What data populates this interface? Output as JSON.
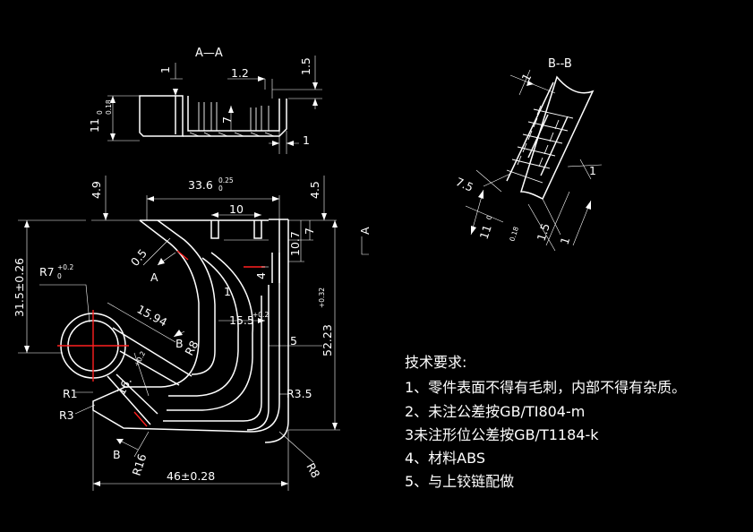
{
  "section_aa": {
    "title": "A—A",
    "dims": {
      "d1": "1",
      "d1_2": "1.2",
      "d1_5": "1.5",
      "d7": "7",
      "d1b": "1",
      "d11": "11",
      "d11_tol_up": "0",
      "d11_tol_dn": "0.18"
    }
  },
  "section_bb": {
    "title": "B--B",
    "dims": {
      "d1a": "1",
      "d7_5": "7.5",
      "d1b": "1",
      "d11": "11",
      "d11_tol_up": "0",
      "d11_tol_dn": "0.18",
      "d1_5": "1.5",
      "d1c": "1"
    }
  },
  "main_view": {
    "dims": {
      "d4_9": "4.9",
      "d33_6": "33.6",
      "d33_6_tol": "0.25",
      "d33_6_tol_dn": "0",
      "d4_5": "4.5",
      "d10": "10",
      "d7": "7",
      "d10_7": "10.7",
      "d0_5": "0.5",
      "r7": "R7",
      "r7_tol_up": "+0.2",
      "r7_tol_dn": "0",
      "d31_5": "31.5±0.26",
      "d15_94": "15.94",
      "d15_5": "15.5",
      "d15_5_tol": "+0.2",
      "d4": "4",
      "d5": "5",
      "d52_23": "52.23",
      "d52_23_tol": "+0.32",
      "r8a": "R8",
      "d16": "16.",
      "d16_tol": "+0.2",
      "r1": "R1",
      "r3": "R3",
      "r3_5": "R3.5",
      "r16": "R16",
      "d46": "46±0.28",
      "r8b": "R8",
      "d1": "1"
    },
    "labels": {
      "sec_a_left": "A",
      "sec_a_right": "A",
      "sec_b_top": "B",
      "sec_b_bottom": "B"
    }
  },
  "notes": {
    "heading": "技术要求:",
    "items": [
      "1、零件表面不得有毛刺，内部不得有杂质。",
      "2、未注公差按GB/TI804-m",
      "3未注形位公差按GB/T1184-k",
      "4、材料ABS",
      "5、与上铰链配做"
    ]
  },
  "colors": {
    "background": "#000000",
    "line": "#ffffff",
    "center_line": "#ff2020"
  }
}
